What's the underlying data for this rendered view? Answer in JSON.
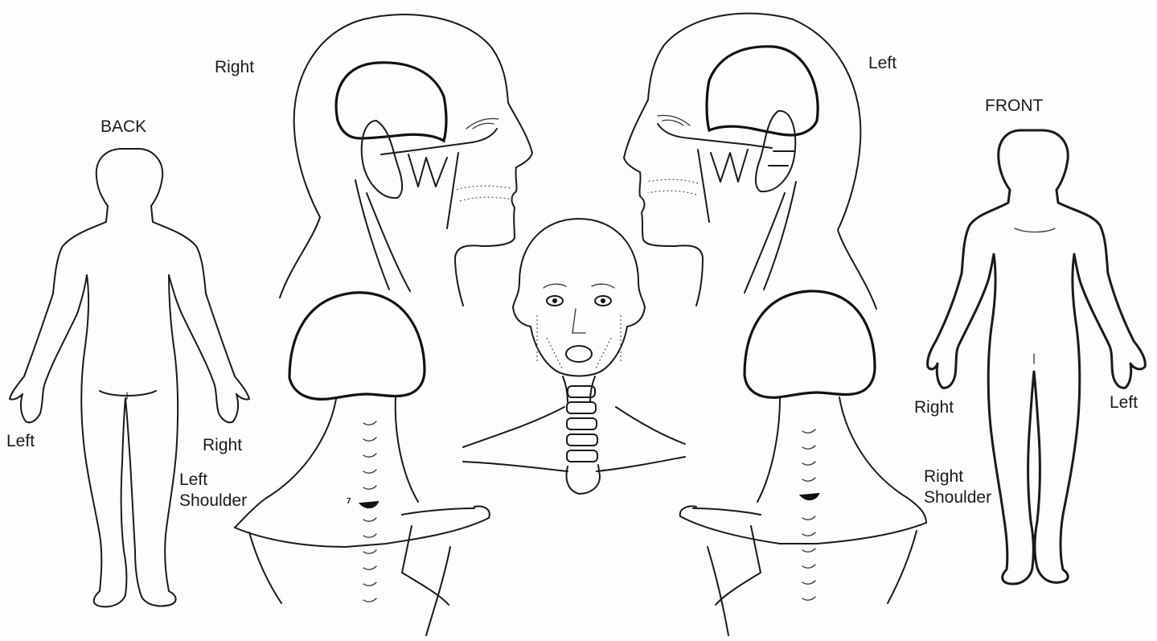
{
  "labels": {
    "back_title": "BACK",
    "front_title": "FRONT",
    "right_head": "Right",
    "left_head": "Left",
    "back_left_hand": "Left",
    "back_right_hand": "Right",
    "left_shoulder_line1": "Left",
    "left_shoulder_line2": "Shoulder",
    "front_right_hand": "Right",
    "front_left_hand": "Left",
    "right_shoulder_line1": "Right",
    "right_shoulder_line2": "Shoulder",
    "vertebra_number": "7"
  }
}
